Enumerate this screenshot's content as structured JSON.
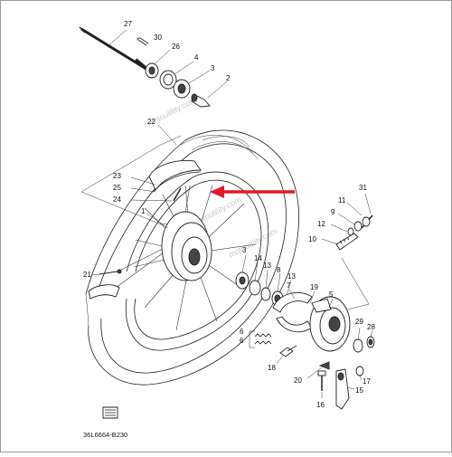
{
  "diagram": {
    "code": "36L6664-B230",
    "watermark": "motoutility.com",
    "labels": {
      "p1": "1",
      "p2": "2",
      "p3a": "3",
      "p3b": "3",
      "p4": "4",
      "p5": "5",
      "p6a": "6",
      "p6b": "6",
      "p7": "7",
      "p8": "8",
      "p9": "9",
      "p10": "10",
      "p11": "11",
      "p12": "12",
      "p13a": "13",
      "p13b": "13",
      "p14": "14",
      "p15": "15",
      "p16": "16",
      "p17": "17",
      "p18": "18",
      "p19": "19",
      "p20": "20",
      "p21": "21",
      "p22": "22",
      "p23": "23",
      "p24": "24",
      "p25": "25",
      "p26": "26",
      "p27": "27",
      "p28": "28",
      "p29": "29",
      "p30": "30",
      "p31": "31"
    },
    "arrow_color": "#e0192a",
    "frame_color": "#9a9a9a"
  }
}
